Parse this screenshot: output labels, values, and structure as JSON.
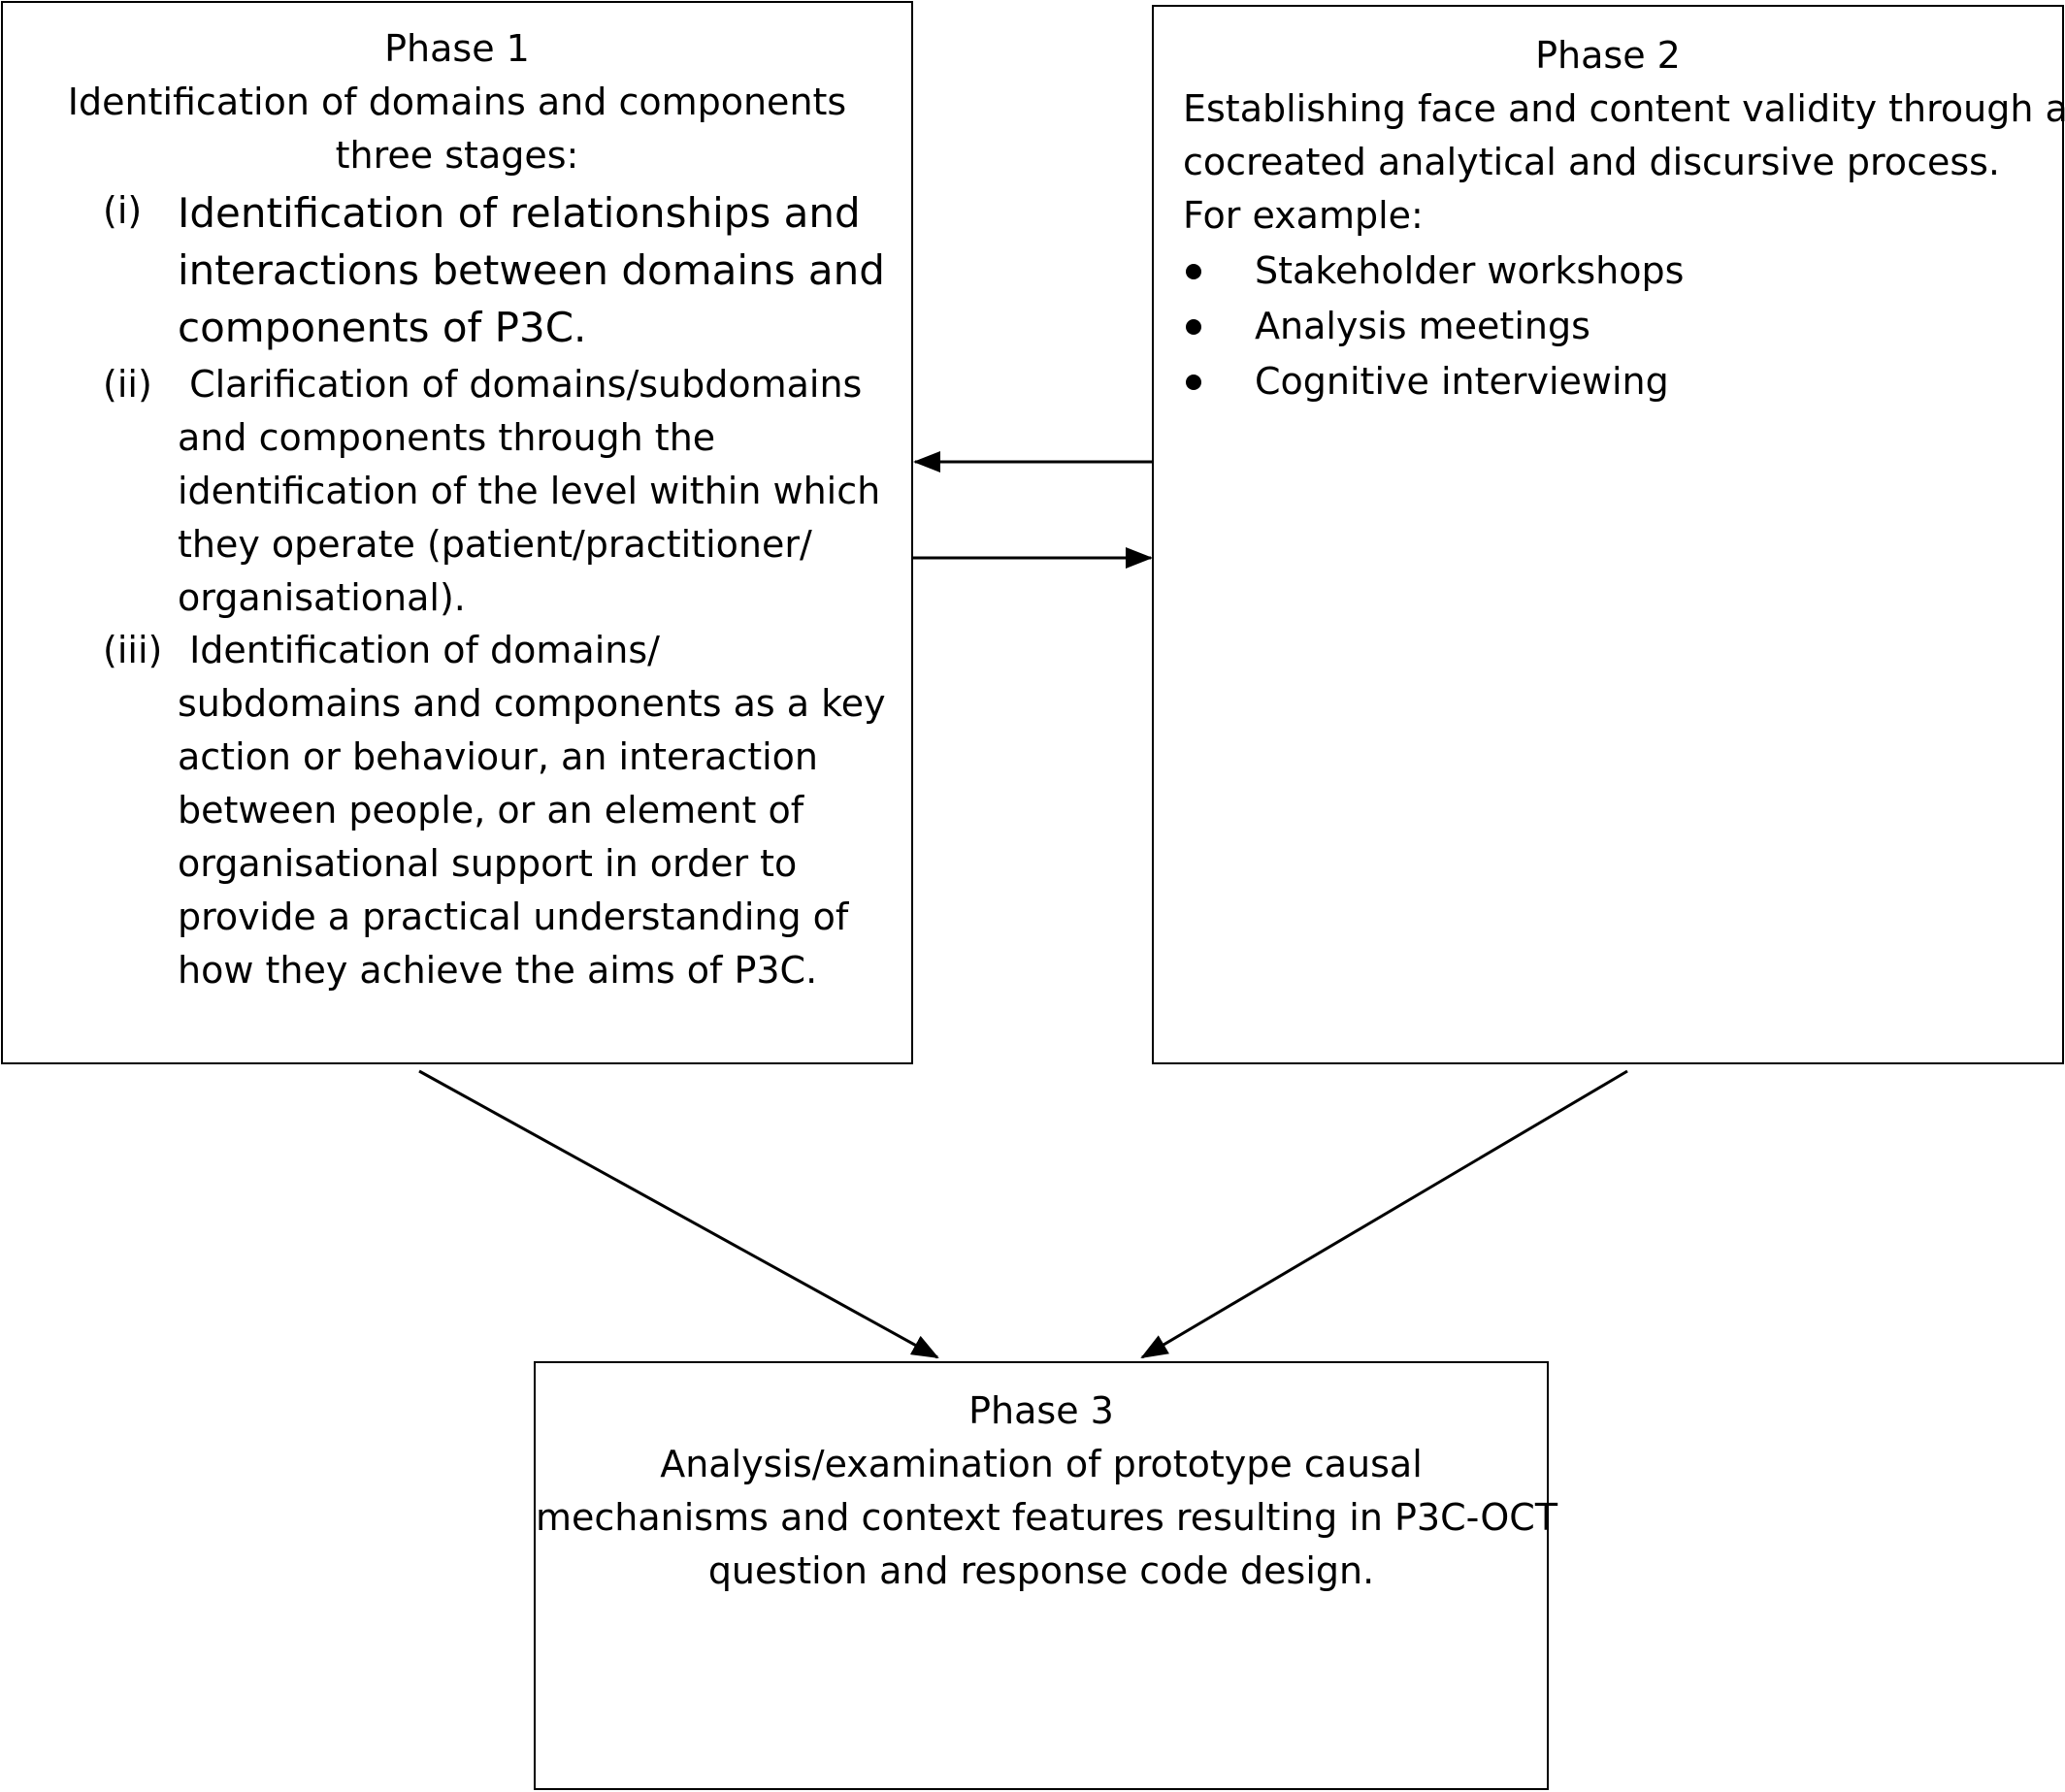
{
  "phase1": {
    "title": "Phase 1",
    "subtitle_line1": "Identification of domains and components",
    "subtitle_line2": "three stages:",
    "stages": [
      {
        "marker": "(i)",
        "lines": [
          "Identification of relationships and",
          "interactions between domains and",
          "components of P3C."
        ]
      },
      {
        "marker": "(ii)",
        "lines": [
          " Clarification of domains/subdomains",
          "and components through the",
          "identification of the level within which",
          "they operate (patient/practitioner/",
          "organisational)."
        ]
      },
      {
        "marker": "(iii)",
        "lines": [
          " Identification of domains/",
          "subdomains and components as a key",
          "action or behaviour, an interaction",
          "between people, or an element of",
          "organisational support in order to",
          "provide a practical understanding of",
          "how they achieve the aims of P3C."
        ]
      }
    ]
  },
  "phase2": {
    "title": "Phase 2",
    "description_lines": [
      "Establishing face and content validity through a",
      "cocreated analytical and discursive process.",
      "For example:"
    ],
    "bullets": [
      "Stakeholder workshops",
      "Analysis meetings",
      "Cognitive interviewing"
    ]
  },
  "phase3": {
    "title": "Phase 3",
    "lines": [
      "Analysis/examination of prototype causal",
      "mechanisms and context features resulting in P3C-OCT",
      "question and response code design."
    ]
  },
  "colors": {
    "line": "#000000",
    "background": "#ffffff"
  }
}
